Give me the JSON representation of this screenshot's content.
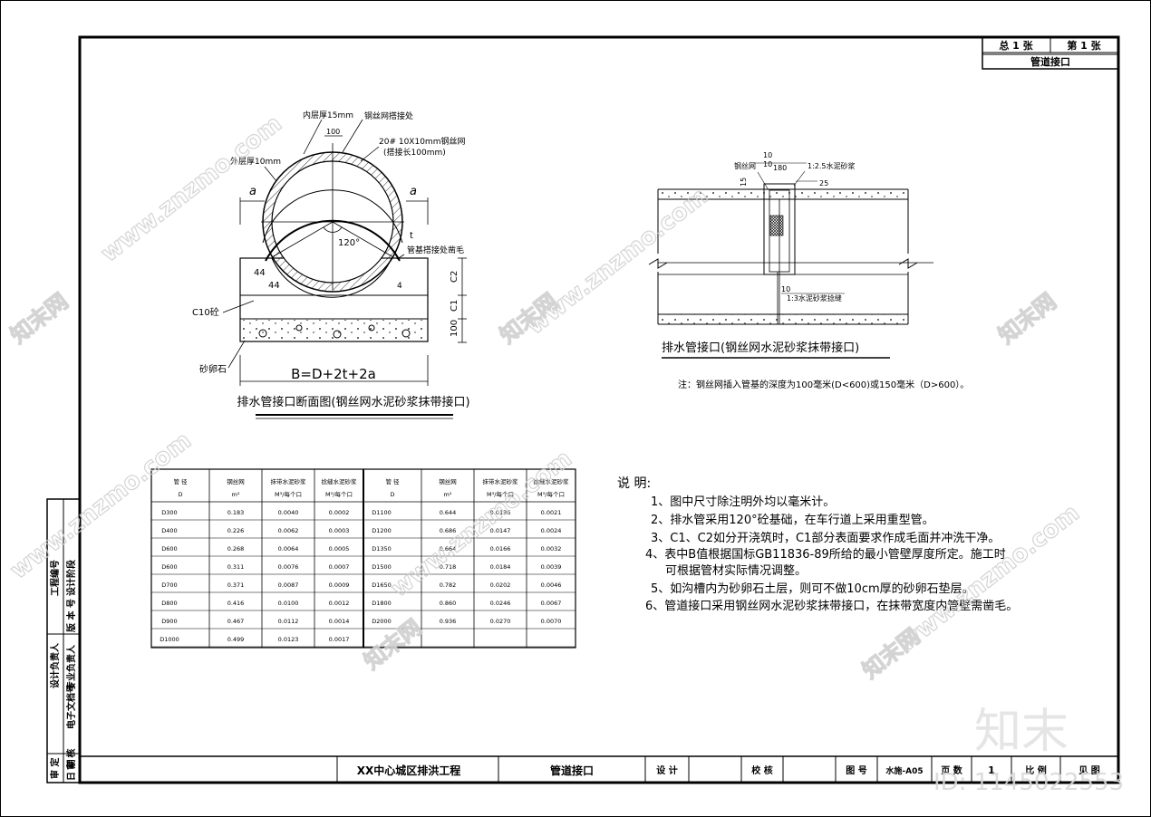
{
  "titleblock_top": {
    "total": "总 1 张",
    "sheet": "第 1 张",
    "name": "管道接口"
  },
  "left_strip": {
    "a": "工程编号",
    "b": "设计阶段",
    "c": "版 本 号",
    "d": "设计负责人",
    "e": "专业负责人",
    "f": "电子文档号",
    "g": "审 定",
    "h": "审 核",
    "i": "日 期"
  },
  "bottom_bar": {
    "project": "XX中心城区排洪工程",
    "drawing": "管道接口",
    "design": "设 计",
    "check": "校 核",
    "fig_label": "图 号",
    "fig_no": "水施-A05",
    "pages_label": "页 数",
    "pages": "1",
    "scale_label": "比 例",
    "scale": "见 图"
  },
  "left_fig": {
    "inner": "内层厚15mm",
    "mesh_lap": "钢丝网搭接处",
    "dim100": "100",
    "mesh_spec": "20# 10X10mm钢丝网",
    "mesh_len": "(搭接长100mm)",
    "outer": "外层厚10mm",
    "a1": "a",
    "a2": "a",
    "angle": "120°",
    "t": "t",
    "chisel": "管基搭接处凿毛",
    "c2": "C2",
    "c1": "C1",
    "h100": "100",
    "c10": "C10砼",
    "gravel": "砂卵石",
    "bformula": "B=D+2t+2a",
    "caption": "排水管接口断面图(钢丝网水泥砂浆抹带接口)"
  },
  "right_fig": {
    "d10a": "10",
    "d10b": "10",
    "d180": "180",
    "mortar": "1:2.5水泥砂浆",
    "mesh": "钢丝网",
    "d15": "15",
    "d25": "25",
    "d10c": "10",
    "fill": "1:3水泥砂浆捻缝",
    "caption": "排水管接口(钢丝网水泥砂浆抹带接口)",
    "note": "注：钢丝网插入管基的深度为100毫米(D<600)或150毫米（D>600）。"
  },
  "table": {
    "headers": [
      {
        "l1": "管 径",
        "l2": "D"
      },
      {
        "l1": "钢丝网",
        "l2": "m²"
      },
      {
        "l1": "抹带水泥砂浆",
        "l2": "M³/每个口"
      },
      {
        "l1": "捻缝水泥砂浆",
        "l2": "M³/每个口"
      },
      {
        "l1": "管 径",
        "l2": "D"
      },
      {
        "l1": "钢丝网",
        "l2": "m²"
      },
      {
        "l1": "抹带水泥砂浆",
        "l2": "M³/每个口"
      },
      {
        "l1": "捻缝水泥砂浆",
        "l2": "M³/每个口"
      }
    ],
    "rows": [
      [
        "D300",
        "0.183",
        "0.0040",
        "0.0002",
        "D1100",
        "0.644",
        "0.0136",
        "0.0021"
      ],
      [
        "D400",
        "0.226",
        "0.0062",
        "0.0003",
        "D1200",
        "0.686",
        "0.0147",
        "0.0024"
      ],
      [
        "D600",
        "0.268",
        "0.0064",
        "0.0005",
        "D1350",
        "0.664",
        "0.0166",
        "0.0032"
      ],
      [
        "D600",
        "0.311",
        "0.0076",
        "0.0007",
        "D1500",
        "0.718",
        "0.0184",
        "0.0039"
      ],
      [
        "D700",
        "0.371",
        "0.0087",
        "0.0009",
        "D1650",
        "0.782",
        "0.0202",
        "0.0046"
      ],
      [
        "D800",
        "0.416",
        "0.0100",
        "0.0012",
        "D1800",
        "0.860",
        "0.0246",
        "0.0067"
      ],
      [
        "D900",
        "0.467",
        "0.0112",
        "0.0014",
        "D2000",
        "0.936",
        "0.0270",
        "0.0070"
      ],
      [
        "D1000",
        "0.499",
        "0.0123",
        "0.0017",
        "",
        "",
        "",
        ""
      ]
    ]
  },
  "notes": {
    "title": "说    明:",
    "items": [
      "1、图中尺寸除注明外均以毫米计。",
      "2、排水管采用120°砼基础，在车行道上采用重型管。",
      "3、C1、C2如分开浇筑时，C1部分表面要求作成毛面并冲洗干净。",
      "4、表中B值根据国标GB11836-89所给的最小管壁厚度所定。施工时",
      "可根据管材实际情况调整。",
      "5、如沟槽内为砂卵石土层，则可不做10cm厚的砂卵石垫层。",
      "6、管道接口采用钢丝网水泥砂浆抹带接口，在抹带宽度内管壁需凿毛。"
    ]
  },
  "watermark": {
    "site": "www.znzmo.com",
    "cn": "知末网",
    "logo": "知末",
    "id": "ID: 1145022553"
  }
}
